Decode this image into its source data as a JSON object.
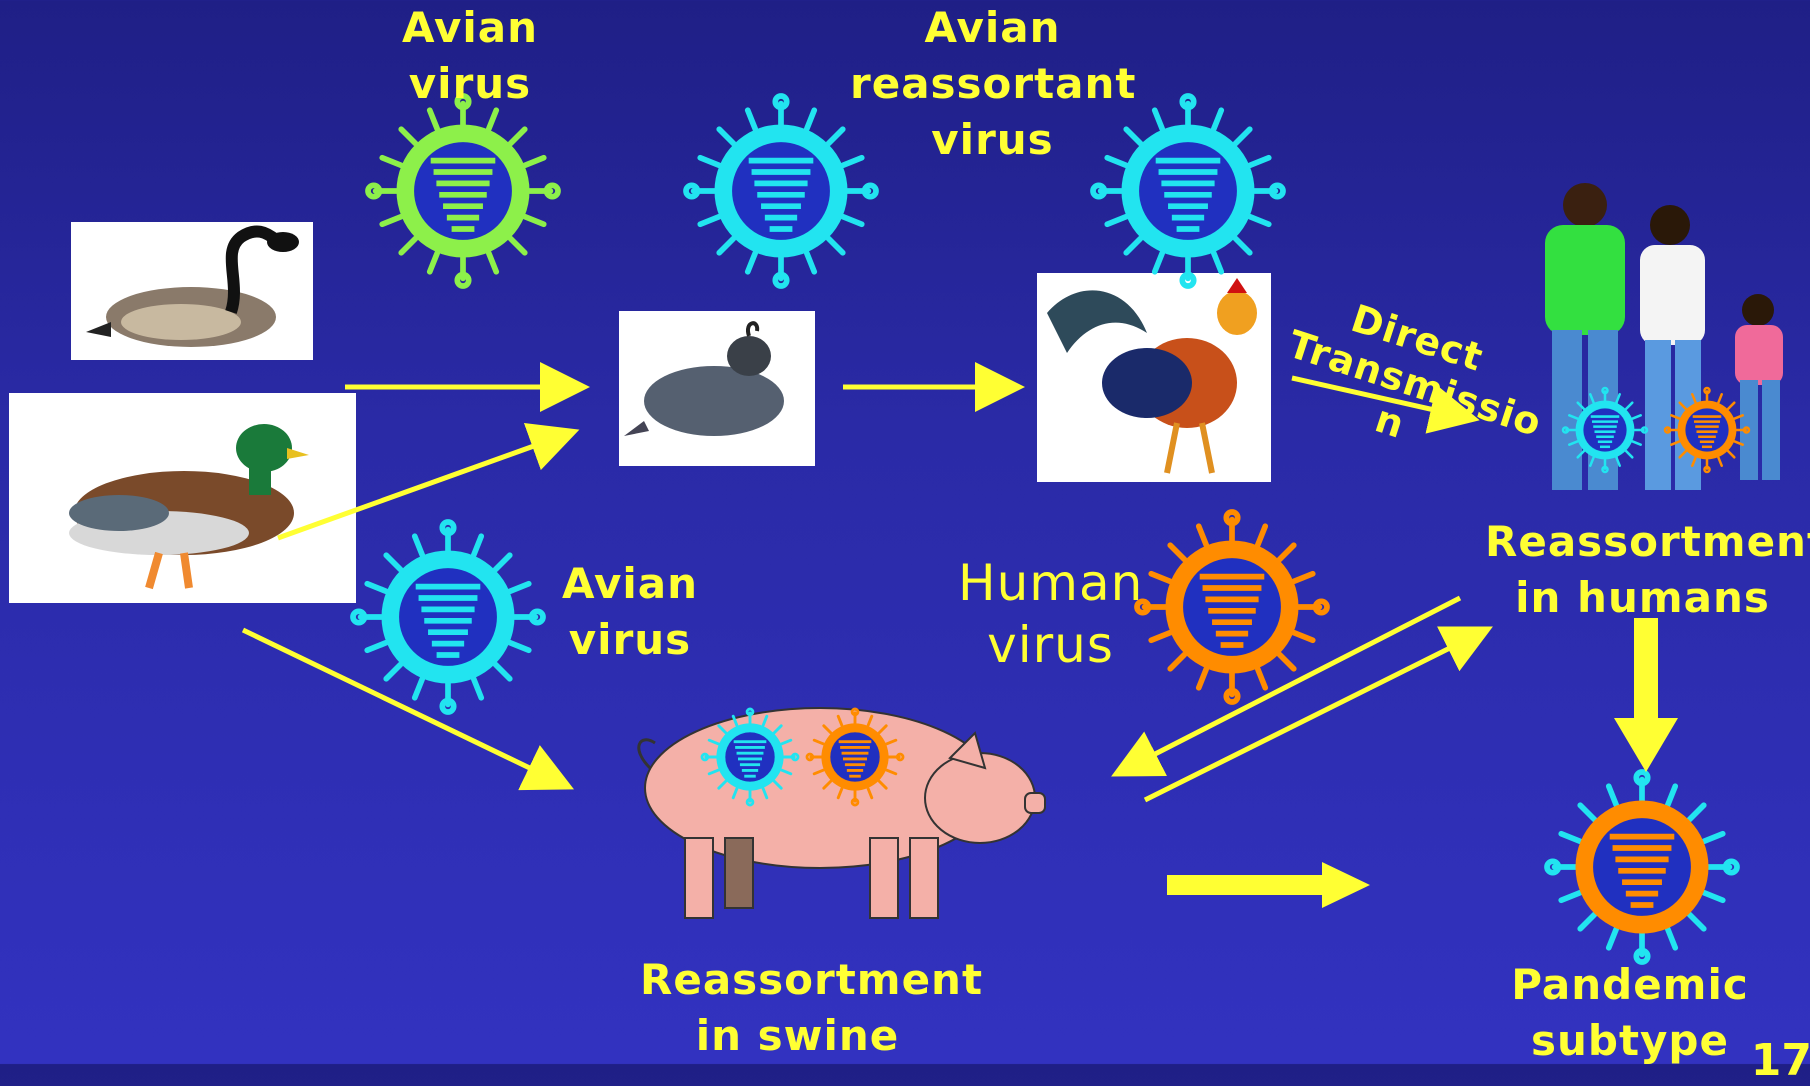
{
  "labels": {
    "avian_virus_top": [
      "Avian",
      "virus"
    ],
    "avian_reassortant": [
      "Avian",
      "reassortant",
      "virus"
    ],
    "avian_virus_mid": [
      "Avian",
      "virus"
    ],
    "human_virus": [
      "Human",
      "virus"
    ],
    "direct_transmission": [
      "Direct",
      "Transmissio",
      "n"
    ],
    "reassortment_humans": [
      "Reassortment",
      "in humans"
    ],
    "reassortment_swine": [
      "Reassortment",
      "in swine"
    ],
    "pandemic": [
      "Pandemic",
      "subtype"
    ],
    "page_number": "17"
  },
  "colors": {
    "avian_coat": "#8df04a",
    "reassortant_coat": "#22e4f0",
    "human_coat": "#ff8c00",
    "arrow": "#ffff33",
    "label": "#ffff33"
  }
}
